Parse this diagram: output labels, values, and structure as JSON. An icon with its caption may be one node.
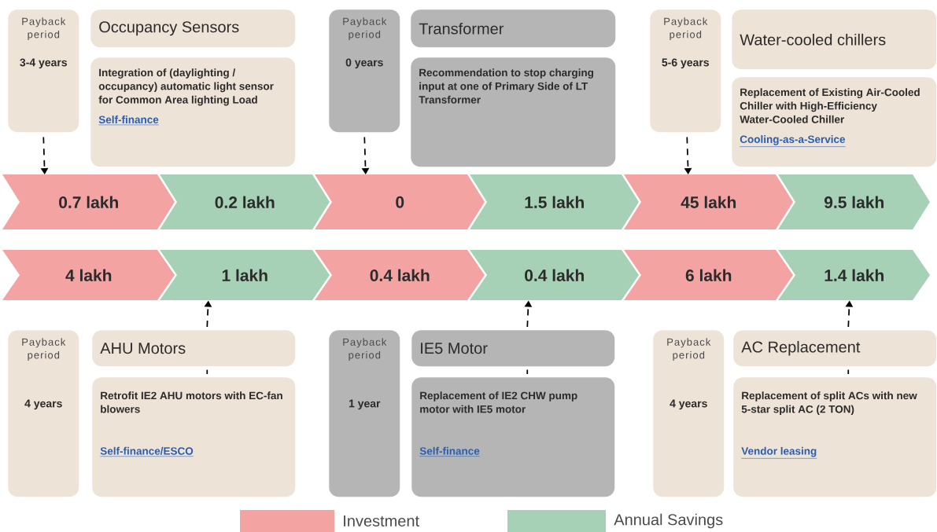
{
  "diagram": {
    "nodes": [
      {
        "text": [
          "Payback period",
          "3-4 years"
        ]
      },
      {
        "text": [
          "Occupancy Sensors"
        ]
      },
      {
        "text": [
          "Integration of (daylighting / occupancy) automatic light sensor for Common Area lighting Load",
          "Self-finance"
        ]
      },
      {
        "text": [
          "Payback period",
          "0 years"
        ]
      },
      {
        "text": [
          "Transformer"
        ]
      },
      {
        "text": [
          "Recommendation to stop charging input at one of Primary Side of LT Transformer"
        ]
      },
      {
        "text": [
          "Payback period",
          "5-6 years"
        ]
      },
      {
        "text": [
          "Water-cooled chillers"
        ]
      },
      {
        "text": [
          "Replacement of Existing Air-Cooled Chiller with High-Efficiency Water-Cooled Chiller",
          "Cooling-as-a-Service"
        ]
      },
      {
        "text": [
          "0.7 lakh"
        ]
      },
      {
        "text": [
          "0.2 lakh"
        ]
      },
      {
        "text": [
          "0"
        ]
      },
      {
        "text": [
          "1.5 lakh"
        ]
      },
      {
        "text": [
          "45 lakh"
        ]
      },
      {
        "text": [
          "9.5 lakh"
        ]
      },
      {
        "text": [
          "4 lakh"
        ]
      },
      {
        "text": [
          "1 lakh"
        ]
      },
      {
        "text": [
          "0.4 lakh"
        ]
      },
      {
        "text": [
          "0.4 lakh"
        ]
      },
      {
        "text": [
          "6 lakh"
        ]
      },
      {
        "text": [
          "1.4 lakh"
        ]
      },
      {
        "text": [
          "Payback period",
          "4 years"
        ]
      },
      {
        "text": [
          "AHU Motors"
        ]
      },
      {
        "text": [
          "Retrofit IE2 AHU motors with EC-fan blowers",
          "Self-finance/ESCO"
        ]
      },
      {
        "text": [
          "Payback period",
          "1 year"
        ]
      },
      {
        "text": [
          "IE5 Motor"
        ]
      },
      {
        "text": [
          "Replacement of IE2 CHW pump motor with IE5 motor",
          "Self-finance"
        ]
      },
      {
        "text": [
          "Payback period",
          "4 years"
        ]
      },
      {
        "text": [
          "AC Replacement"
        ]
      },
      {
        "text": [
          "Replacement of split ACs with new 5-star split AC (2 TON)",
          "Vendor leasing"
        ]
      }
    ],
    "edges": [
      {
        "from": 0,
        "to": 9,
        "arrow": "to",
        "style": "dashed"
      },
      {
        "from": 3,
        "to": 11,
        "arrow": "to",
        "style": "dashed"
      },
      {
        "from": 6,
        "to": 13,
        "arrow": "to",
        "style": "dashed"
      },
      {
        "from": 22,
        "to": 16,
        "arrow": "to",
        "style": "dashed"
      },
      {
        "from": 23,
        "to": 22,
        "arrow": "none",
        "style": "dashed"
      },
      {
        "from": 25,
        "to": 18,
        "arrow": "to",
        "style": "dashed"
      },
      {
        "from": 26,
        "to": 25,
        "arrow": "none",
        "style": "dashed"
      },
      {
        "from": 28,
        "to": 20,
        "arrow": "to",
        "style": "dashed"
      },
      {
        "from": 29,
        "to": 28,
        "arrow": "none",
        "style": "dashed"
      }
    ],
    "legend": [
      {
        "text": "Investment",
        "color": "#f4a3a3"
      },
      {
        "text": "Annual Savings",
        "color": "#a6d1b6"
      }
    ]
  }
}
